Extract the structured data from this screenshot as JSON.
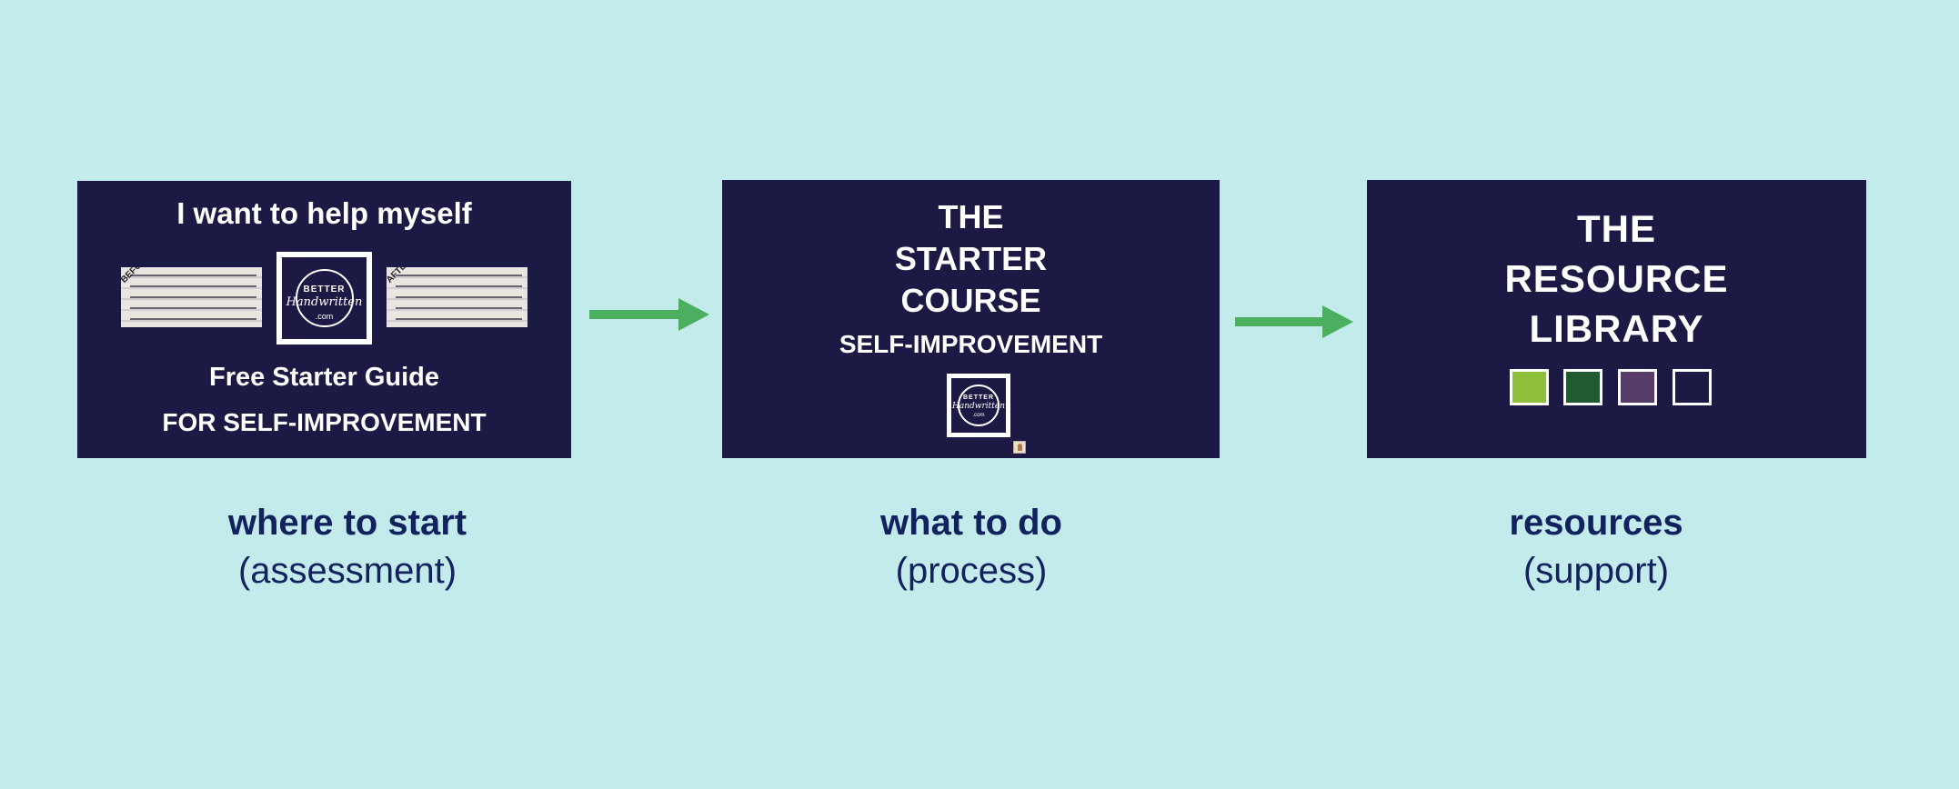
{
  "steps": [
    {
      "card": {
        "title": "I want to help myself",
        "subtitle": "Free Starter Guide",
        "subtitle2": "FOR SELF-IMPROVEMENT",
        "before_tag": "BEFORE",
        "after_tag": "AFTER",
        "logo": {
          "line1": "BETTER",
          "line2": "Handwritten",
          "line3": ".com"
        }
      },
      "caption": {
        "main": "where to start",
        "paren": "(assessment)"
      }
    },
    {
      "card": {
        "lines": [
          "THE",
          "STARTER",
          "COURSE",
          "SELF-IMPROVEMENT"
        ],
        "logo": {
          "line1": "BETTER",
          "line2": "Handwritten",
          "line3": ".com"
        }
      },
      "caption": {
        "main": "what to do",
        "paren": "(process)"
      }
    },
    {
      "card": {
        "lines": [
          "THE",
          "RESOURCE",
          "LIBRARY"
        ],
        "swatches": [
          "#8dbf3a",
          "#215a30",
          "#563d68",
          "#1c1a44"
        ]
      },
      "caption": {
        "main": "resources",
        "paren": "(support)"
      }
    }
  ],
  "colors": {
    "background": "#c3ebec",
    "card": "#1c1a44",
    "arrow": "#4caf5f",
    "caption": "#12225e"
  }
}
